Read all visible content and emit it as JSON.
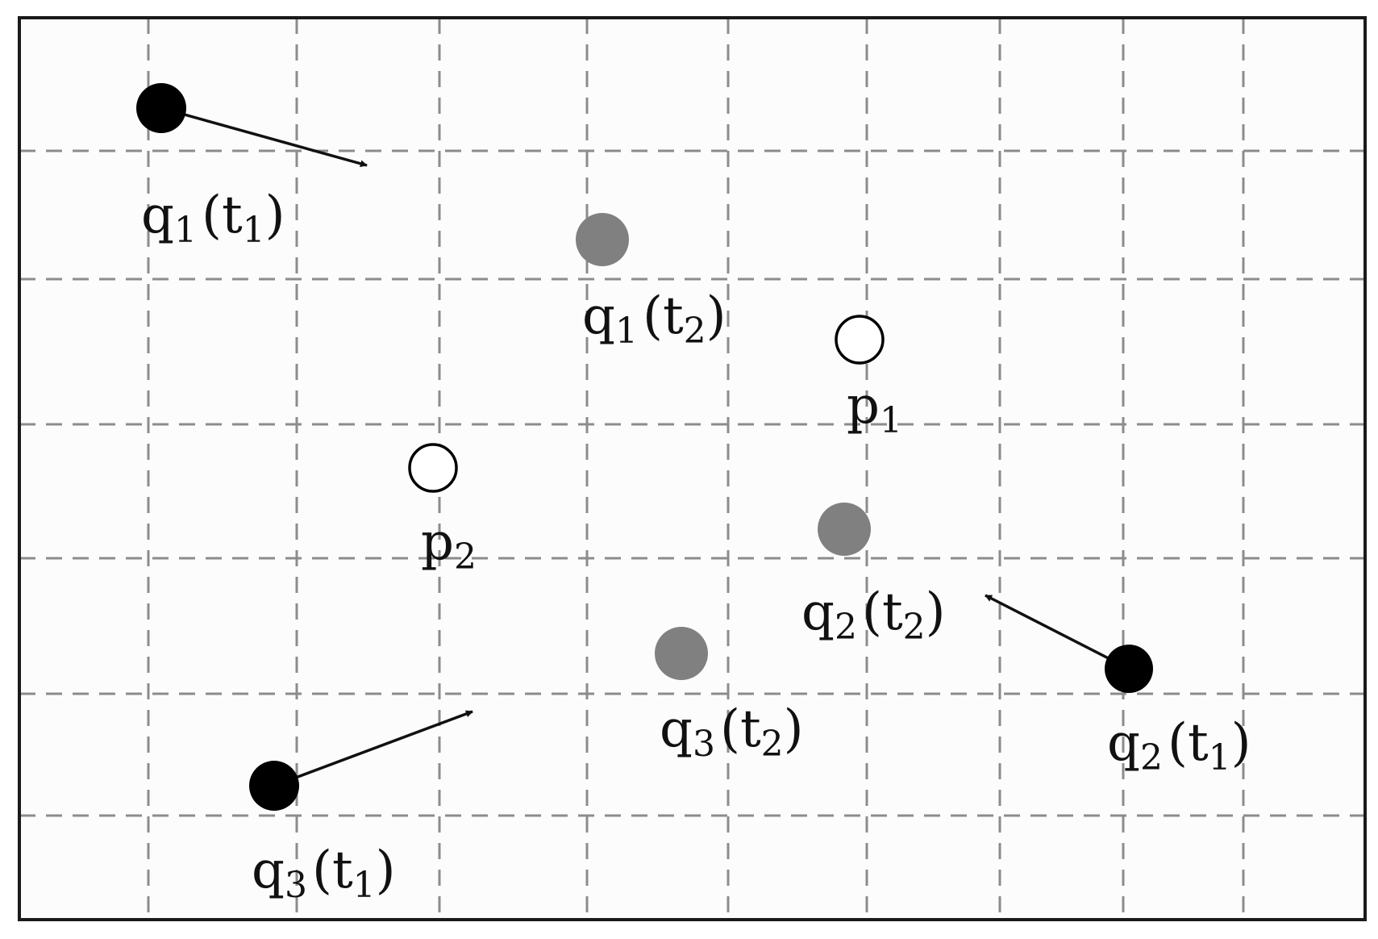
{
  "colors": {
    "background": "#fcfcfc",
    "border": "#1a1a1a",
    "grid": "#8c8c8c",
    "query_t1": "#000000",
    "query_t2": "#808080",
    "data_point_stroke": "#000000",
    "data_point_fill": "#ffffff",
    "arrow": "#111111"
  },
  "labels": {
    "q1_t1": {
      "base": "q",
      "sub": "1",
      "open": "(",
      "inner": "t",
      "inner_sub": "1",
      "close": ")"
    },
    "q1_t2": {
      "base": "q",
      "sub": "1",
      "open": "(",
      "inner": "t",
      "inner_sub": "2",
      "close": ")"
    },
    "p1": {
      "base": "p",
      "sub": "1"
    },
    "p2": {
      "base": "p",
      "sub": "2"
    },
    "q2_t2": {
      "base": "q",
      "sub": "2",
      "open": "(",
      "inner": "t",
      "inner_sub": "2",
      "close": ")"
    },
    "q3_t2": {
      "base": "q",
      "sub": "3",
      "open": "(",
      "inner": "t",
      "inner_sub": "2",
      "close": ")"
    },
    "q2_t1": {
      "base": "q",
      "sub": "2",
      "open": "(",
      "inner": "t",
      "inner_sub": "1",
      "close": ")"
    },
    "q3_t1": {
      "base": "q",
      "sub": "3",
      "open": "(",
      "inner": "t",
      "inner_sub": "1",
      "close": ")"
    }
  }
}
